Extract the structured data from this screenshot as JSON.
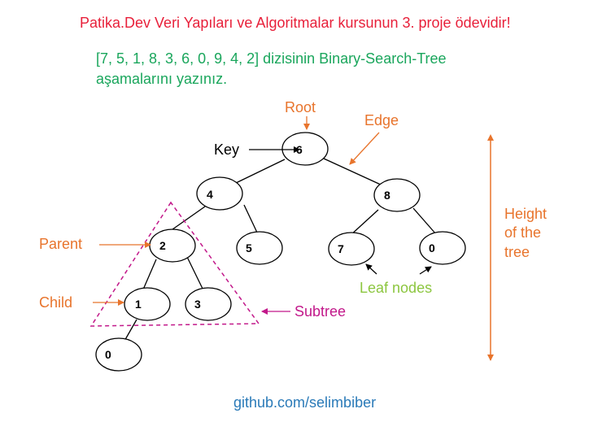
{
  "header": {
    "title": "Patika.Dev Veri Yapıları ve Algoritmalar kursunun 3. proje ödevidir!",
    "task_line1": "[7, 5, 1, 8, 3, 6, 0, 9, 4, 2] dizisinin Binary-Search-Tree",
    "task_line2": "aşamalarını yazınız."
  },
  "tree": {
    "nodes": [
      {
        "id": "root",
        "key": "6"
      },
      {
        "id": "n4",
        "key": "4"
      },
      {
        "id": "n8",
        "key": "8"
      },
      {
        "id": "n2",
        "key": "2"
      },
      {
        "id": "n5",
        "key": "5"
      },
      {
        "id": "n7",
        "key": "7"
      },
      {
        "id": "n0r",
        "key": "0"
      },
      {
        "id": "n1",
        "key": "1"
      },
      {
        "id": "n3",
        "key": "3"
      },
      {
        "id": "n0l",
        "key": "0"
      }
    ],
    "edges": [
      [
        "root",
        "n4"
      ],
      [
        "root",
        "n8"
      ],
      [
        "n4",
        "n2"
      ],
      [
        "n4",
        "n5"
      ],
      [
        "n8",
        "n7"
      ],
      [
        "n8",
        "n0r"
      ],
      [
        "n2",
        "n1"
      ],
      [
        "n2",
        "n3"
      ],
      [
        "n1",
        "n0l"
      ]
    ]
  },
  "labels": {
    "root": "Root",
    "edge": "Edge",
    "key": "Key",
    "parent": "Parent",
    "child": "Child",
    "subtree": "Subtree",
    "leaf_nodes": "Leaf nodes",
    "height_line1": "Height",
    "height_line2": "of the",
    "height_line3": "tree"
  },
  "footer": {
    "link": "github.com/selimbiber"
  },
  "colors": {
    "title": "#e8203a",
    "task": "#1aa65c",
    "annotation": "#e8742c",
    "subtree": "#c2188a",
    "leaf": "#8cc63f",
    "link": "#2a7ab8",
    "node_stroke": "#000000"
  }
}
